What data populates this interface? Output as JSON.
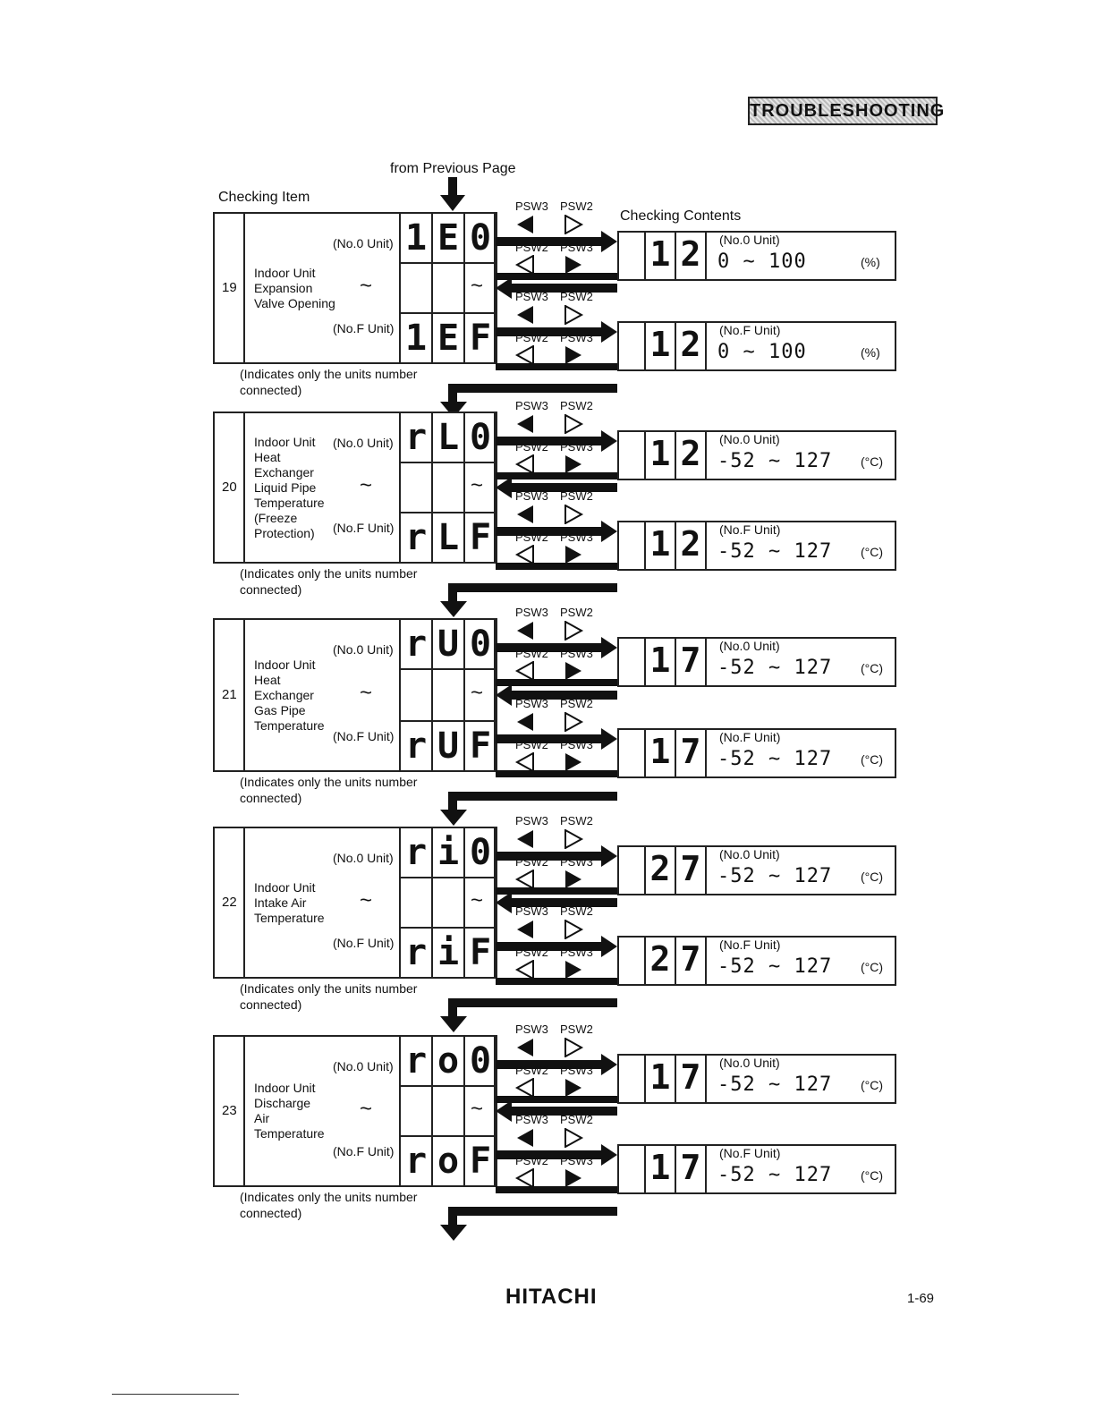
{
  "header": {
    "badge": "TROUBLESHOOTING"
  },
  "top": {
    "from_prev": "from Previous Page",
    "checking_item": "Checking Item",
    "checking_contents": "Checking Contents"
  },
  "labels": {
    "no0": "(No.0 Unit)",
    "nof": "(No.F Unit)",
    "psw3": "PSW3",
    "psw2": "PSW2",
    "note1": "(Indicates only the units number",
    "note2": "connected)",
    "tilde": "~"
  },
  "rows": [
    {
      "num": "19",
      "item": [
        "Indoor Unit",
        "Expansion",
        "Valve Opening"
      ],
      "code0": [
        "1",
        "E",
        "0"
      ],
      "codeF": [
        "1",
        "E",
        "F"
      ],
      "disp": [
        "1",
        "2"
      ],
      "range": "0 ~ 100",
      "unit": "(%)"
    },
    {
      "num": "20",
      "item": [
        "Indoor Unit",
        "Heat",
        "Exchanger",
        "Liquid Pipe",
        "Temperature",
        "(Freeze",
        " Protection)"
      ],
      "code0": [
        "r",
        "L",
        "0"
      ],
      "codeF": [
        "r",
        "L",
        "F"
      ],
      "disp": [
        "1",
        "2"
      ],
      "range": "-52 ~ 127",
      "unit": "(°C)"
    },
    {
      "num": "21",
      "item": [
        "Indoor Unit",
        "Heat",
        "Exchanger",
        "Gas Pipe",
        "Temperature"
      ],
      "code0": [
        "r",
        "U",
        "0"
      ],
      "codeF": [
        "r",
        "U",
        "F"
      ],
      "disp": [
        "1",
        "7"
      ],
      "range": "-52 ~ 127",
      "unit": "(°C)"
    },
    {
      "num": "22",
      "item": [
        "Indoor Unit",
        "Intake Air",
        "Temperature"
      ],
      "code0": [
        "r",
        "i",
        "0"
      ],
      "codeF": [
        "r",
        "i",
        "F"
      ],
      "disp": [
        "2",
        "7"
      ],
      "range": "-52 ~ 127",
      "unit": "(°C)"
    },
    {
      "num": "23",
      "item": [
        "Indoor Unit",
        "Discharge",
        "Air",
        "Temperature"
      ],
      "code0": [
        "r",
        "o",
        "0"
      ],
      "codeF": [
        "r",
        "o",
        "F"
      ],
      "disp": [
        "1",
        "7"
      ],
      "range": "-52 ~ 127",
      "unit": "(°C)"
    }
  ],
  "footer": {
    "brand": "HITACHI",
    "page": "1-69"
  }
}
